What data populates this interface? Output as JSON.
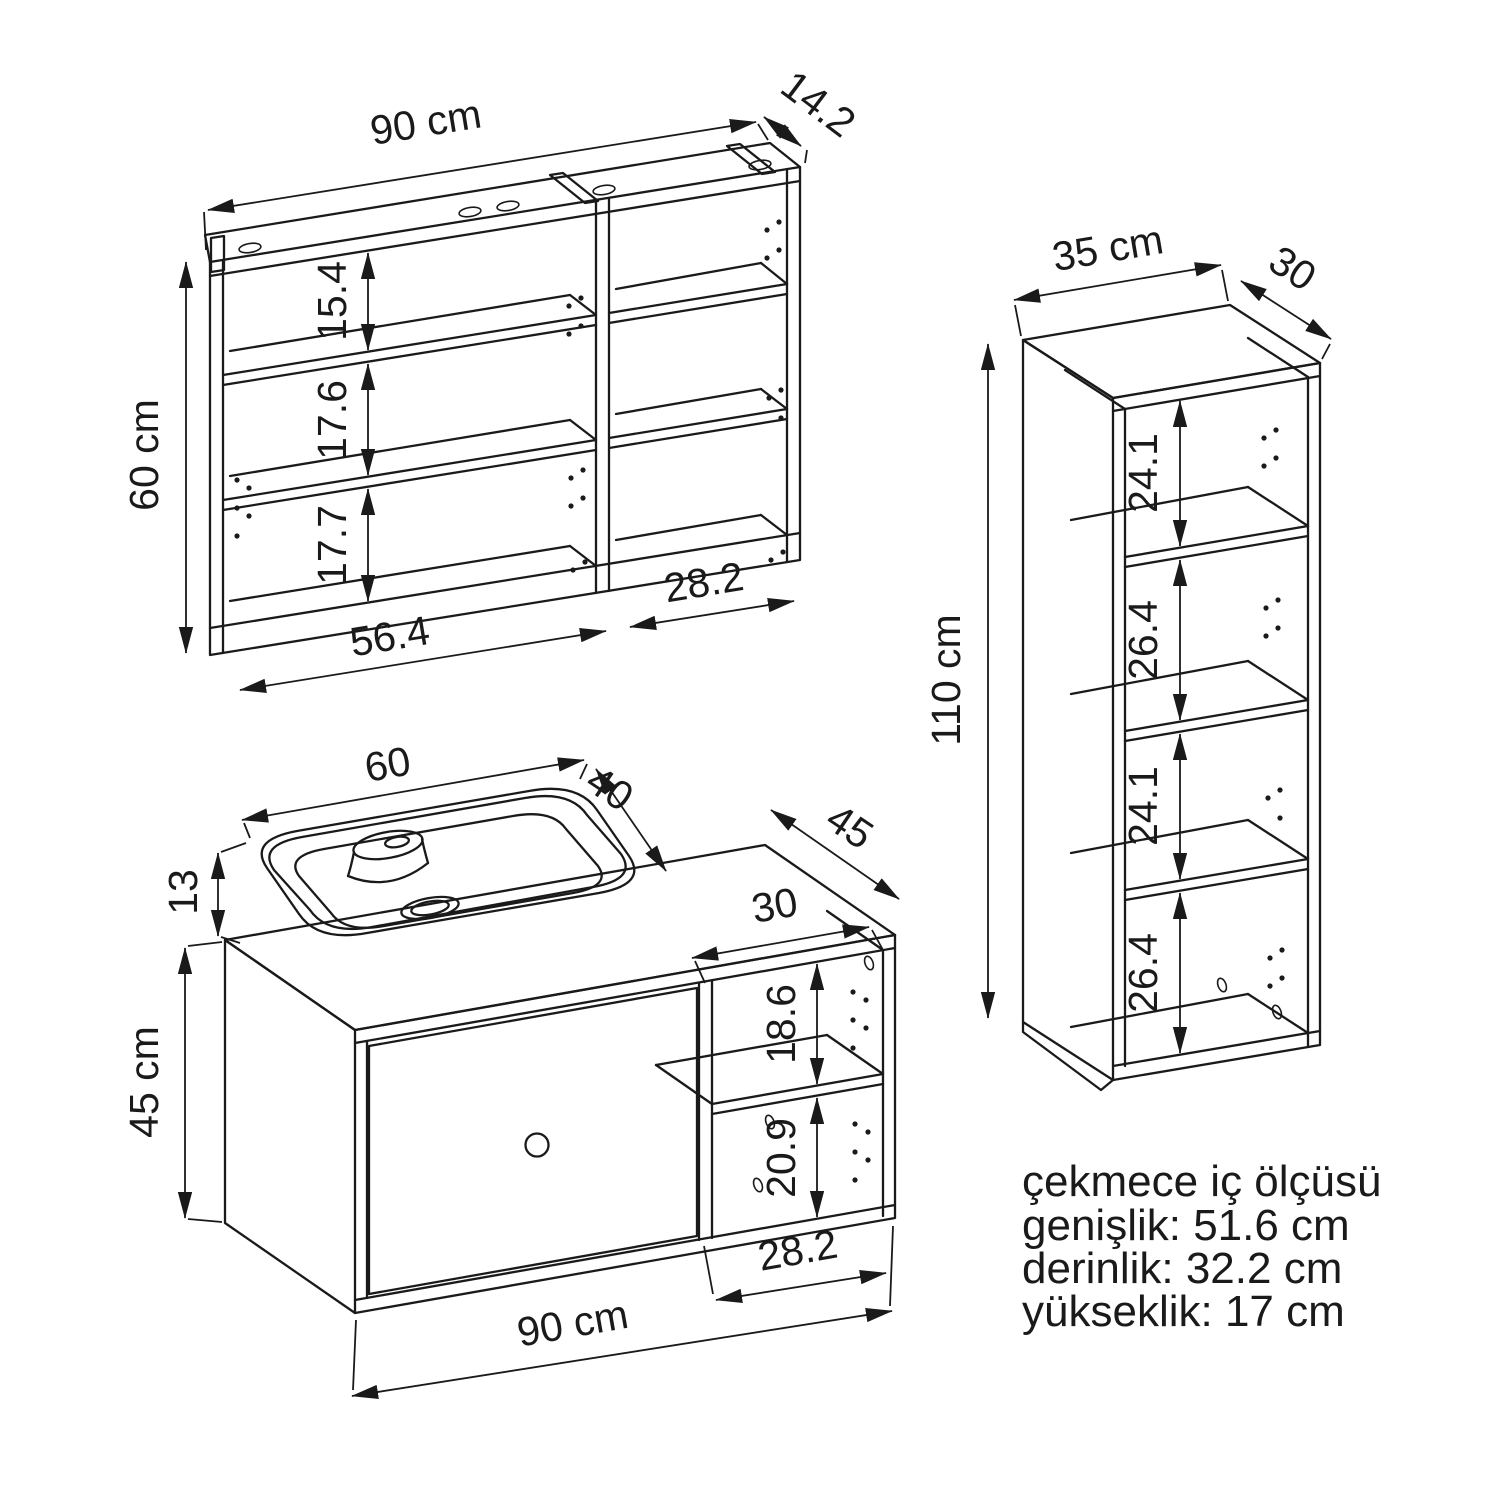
{
  "page": {
    "background": "#ffffff",
    "line_color": "#1a1a1a"
  },
  "wall_cabinet": {
    "width_label": "90 cm",
    "depth_label": "14.2",
    "height_label": "60 cm",
    "cell_labels": [
      "15.4",
      "17.6",
      "17.7"
    ],
    "left_section_width_label": "56.4",
    "right_section_width_label": "28.2"
  },
  "tall_cabinet": {
    "width_label": "35 cm",
    "depth_label": "30",
    "height_label": "110 cm",
    "cell_labels": [
      "24.1",
      "26.4",
      "24.1",
      "26.4"
    ]
  },
  "vanity": {
    "sink_width_label": "60",
    "sink_depth_label": "40",
    "sink_height_label": "13",
    "height_label": "45 cm",
    "top_depth_label": "45",
    "open_section_width_label": "30",
    "cell_labels": [
      "18.6",
      "20.9"
    ],
    "open_shelf_width_label": "28.2",
    "width_label": "90 cm"
  },
  "drawer_note": {
    "title": "çekmece iç ölçüsü",
    "width": "genişlik: 51.6 cm",
    "depth": "derinlik: 32.2 cm",
    "height": "yükseklik: 17 cm"
  }
}
